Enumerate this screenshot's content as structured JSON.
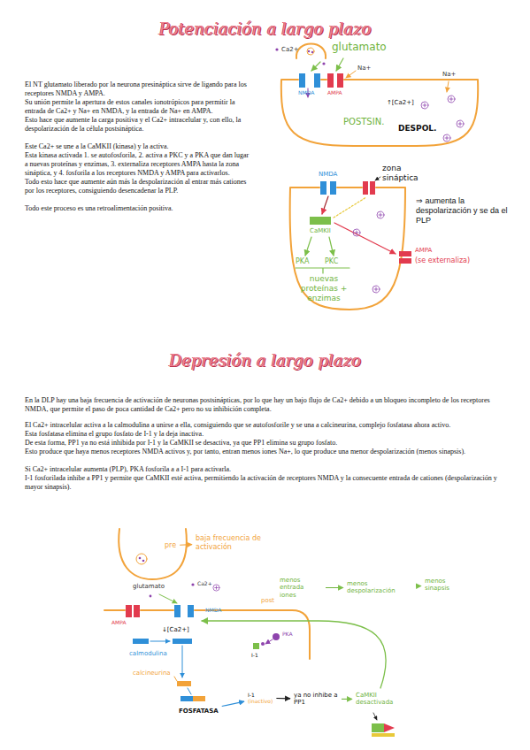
{
  "diagram": {
    "title": "Potenciación a largo plazo",
    "nodes": [
      {
        "text": [
          "pre"
        ]
      },
      {
        "text": [
          "baja frecuencia de activación"
        ]
      },
      {
        "text": [
          "menos entrada iones"
        ]
      },
      {
        "text": [
          "menos despolarización"
        ]
      },
      {
        "text": [
          "menos sinapsis"
        ]
      },
      {
        "text": [
          "FOSFATASA"
        ]
      },
      {
        "text": [
          "I-1",
          "(inactivo)"
        ]
      },
      {
        "text": [
          "ya no inhibe a PP1"
        ]
      },
      {
        "text": [
          "CaMKII desactivada"
        ]
      }
    ],
    "edges": [
      {
        "from": 0,
        "to": 1,
        "arrow": "to"
      },
      {
        "from": 2,
        "to": 3,
        "arrow": "to"
      },
      {
        "from": 3,
        "to": 4,
        "arrow": "to"
      },
      {
        "from": 5,
        "to": 6,
        "arrow": "to"
      },
      {
        "from": 6,
        "to": 7,
        "arrow": "to"
      },
      {
        "from": 7,
        "to": 8,
        "arrow": "to"
      }
    ],
    "labels": [
      "El NT glutamato liberado por la neurona presináptica sirve de ligando para los receptores NMDA y AMPA.",
      "Su unión permite la apertura de estos canales ionotrópicos para permitir la entrada de Ca2+ y Na+ en NMDA, y la entrada de Na+ en AMPA.",
      "Esto hace que aumente la carga positiva y el Ca2+ intracelular y, con ello, la despolarización de la célula postsináptica.",
      "Este Ca2+ se une a la CaMKII (kinasa) y la activa.",
      "Esta kinasa activada 1. se autofosforila, 2. activa a PKC y a PKA que dan lugar a nuevas proteínas y enzimas, 3. externaliza receptores AMPA hasta la zona sináptica, y 4. fosforila a los receptores NMDA y AMPA para activarlos.",
      "Todo esto hace que aumente aún más la despolarización al entrar más cationes por los receptores, consiguiendo desencadenar la PLP.",
      "Todo este proceso es una retroalimentación positiva.",
      "Ca2+",
      "glutamato",
      "Na+",
      "NMDA",
      "AMPA",
      "Na+",
      "POSTSIN.",
      "↑[Ca2+]",
      "DESPOL.",
      "NMDA",
      "zona sináptica",
      "⇒ aumenta la despolarización y se da el PLP",
      "CaMKII",
      "AMPA",
      "(se externaliza)",
      "PKA",
      "PKC",
      "nuevas proteínas + enzimas",
      "Depresión a largo plazo",
      "En la DLP hay una baja frecuencia de activación de neuronas postsinápticas, por lo que hay un bajo flujo de Ca2+ debido a un bloqueo incompleto de los receptores NMDA, que permite el paso de poca cantidad de Ca2+ pero no su inhibición completa.",
      "El Ca2+ intracelular activa a la calmodulina a unirse a ella, consiguiendo que se autofosforile y se una a calcineurina, complejo fosfatasa ahora activo.",
      "Esta fosfatasa elimina el grupo fosfato de I-1 y la deja inactiva.",
      "De esta forma, PP1 ya no está inhibida por I-1 y la CaMKII se desactiva, ya que PP1 elimina su grupo fosfato.",
      "Esto produce que haya menos receptores NMDA activos y, por tanto, entran menos iones Na+, lo que produce una menor despolarización (menos sinapsis).",
      "Si Ca2+ intracelular aumenta (PLP), PKA fosforila a a I-1 para activarla.",
      "I-1 fosforilada inhibe a PP1 y permite que CaMKII esté activa, permitiendo la activación de receptores NMDA y la consecuente entrada de cationes (despolarización y mayor sinapsis).",
      "glutamato",
      "Ca2+",
      "AMPA",
      "NMDA",
      "↓[Ca2+]",
      "post",
      "calmodulina",
      "calcineurina",
      "PKA",
      "I-1"
    ]
  }
}
